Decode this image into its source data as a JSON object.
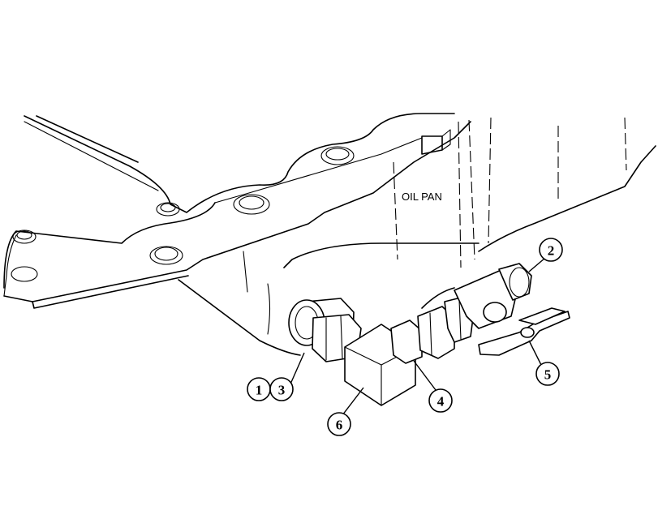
{
  "labels": {
    "oil_pan": "OIL PAN"
  },
  "callouts": [
    {
      "number": "1"
    },
    {
      "number": "3"
    },
    {
      "number": "2"
    },
    {
      "number": "4"
    },
    {
      "number": "5"
    },
    {
      "number": "6"
    }
  ]
}
